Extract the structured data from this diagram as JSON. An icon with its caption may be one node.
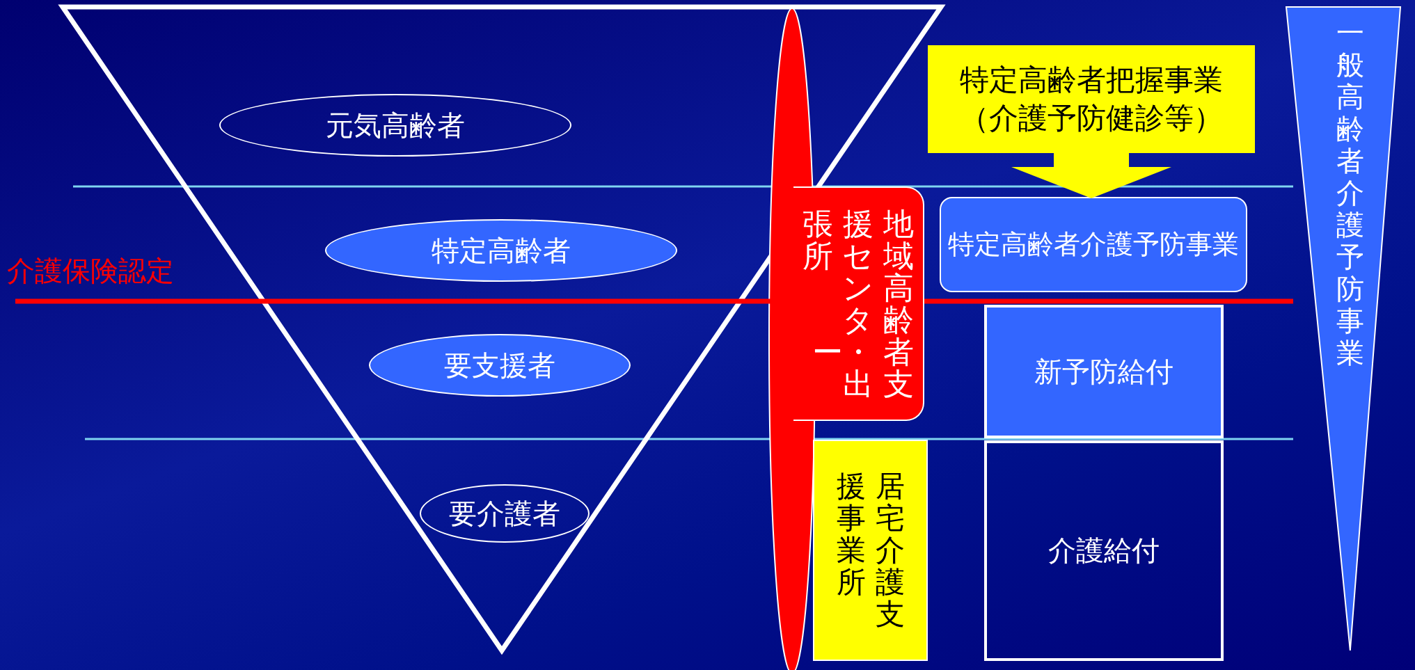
{
  "diagram": {
    "nodes": [
      {
        "text": [],
        "shape": "triangle"
      },
      {
        "text": [
          "元気高齢者"
        ],
        "in": 0
      },
      {
        "text": [
          "特定高齢者"
        ],
        "in": 0
      },
      {
        "text": [
          "要支援者"
        ],
        "in": 0
      },
      {
        "text": [
          "要介護者"
        ],
        "in": 0
      },
      {
        "text": [
          "地域高齢者支援センター・出張所"
        ]
      },
      {
        "text": [
          "居宅介護支援事業所"
        ]
      },
      {
        "text": [
          "特定高齢者把握事業（介護予防健診等）"
        ]
      },
      {
        "text": [
          "特定高齢者介護予防事業"
        ]
      },
      {
        "text": [
          "新予防給付"
        ]
      },
      {
        "text": [
          "介護給付"
        ]
      },
      {
        "text": [
          "一般高齢者介護予防事業"
        ]
      }
    ],
    "edges": [
      {
        "from": 7,
        "to": 8,
        "arrow": "to"
      }
    ],
    "labels": [
      "介護保険認定"
    ]
  }
}
